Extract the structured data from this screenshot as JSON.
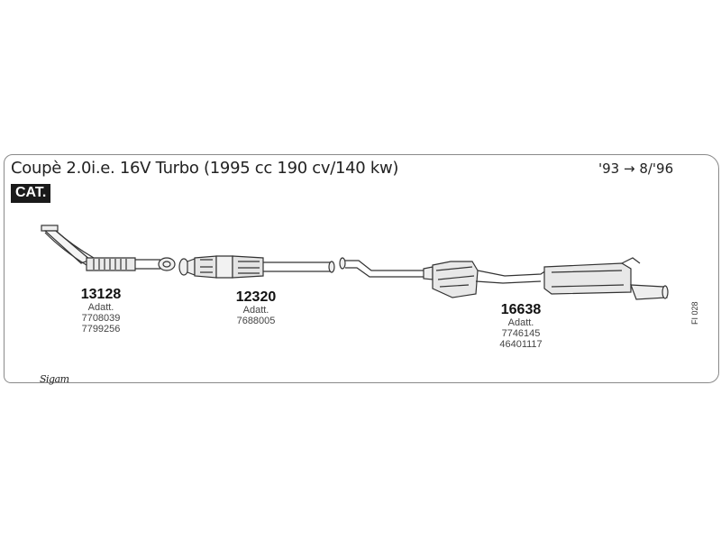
{
  "title": "Coupè 2.0i.e. 16V Turbo (1995 cc 190 cv/140 kw)",
  "years": "'93 → 8/'96",
  "badge": "CAT.",
  "parts": [
    {
      "number": "13128",
      "label": "Adatt.",
      "refs": [
        "7708039",
        "7799256"
      ]
    },
    {
      "number": "12320",
      "label": "Adatt.",
      "refs": [
        "7688005"
      ]
    },
    {
      "number": "16638",
      "label": "Adatt.",
      "refs": [
        "7746145",
        "46401117"
      ]
    }
  ],
  "sheet_code": "FI 028",
  "logo_text": "Sigam"
}
